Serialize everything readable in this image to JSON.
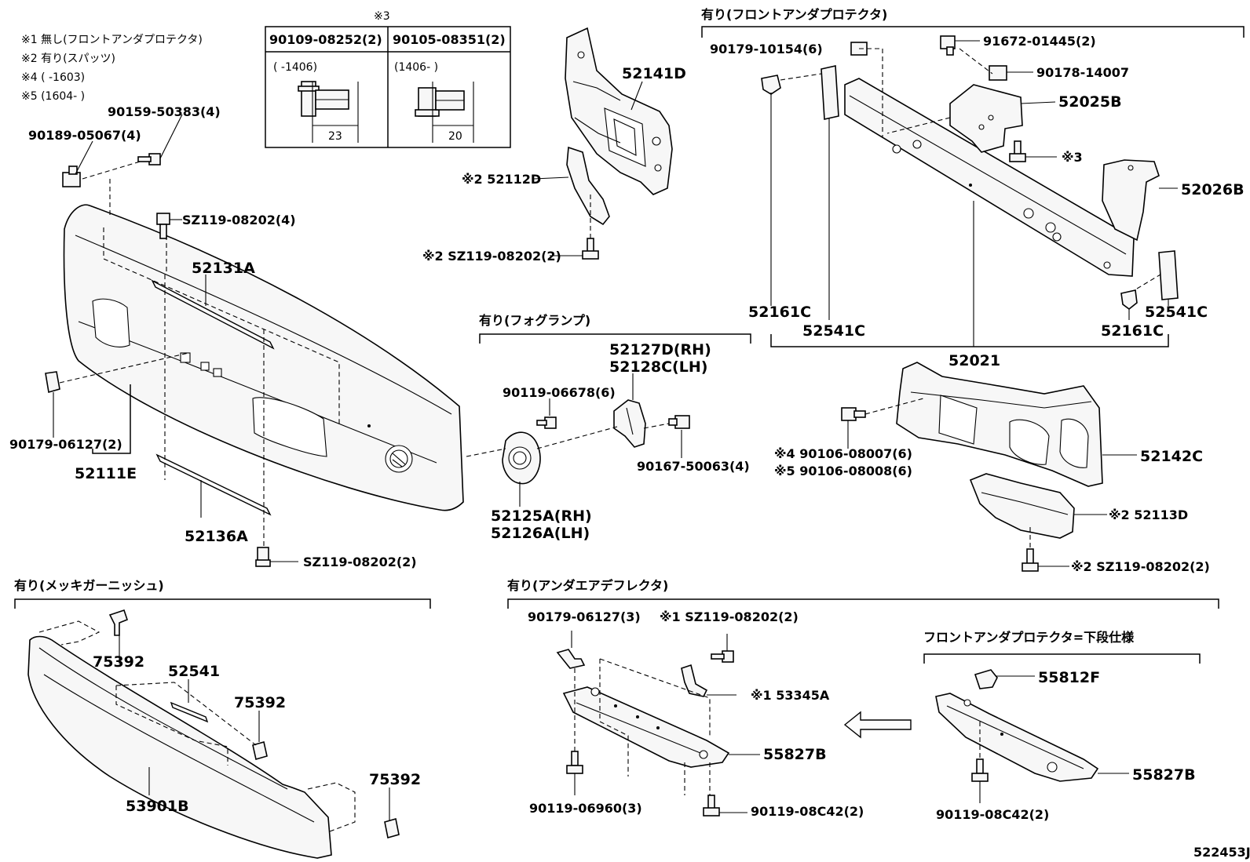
{
  "notes": [
    "※1 無し(フロントアンダプロテクタ)",
    "※2 有り(スパッツ)",
    "※4 (      -1603)",
    "※5 (1604-      )"
  ],
  "bolt_table": {
    "mark": "※3",
    "col1_part": "90109-08252(2)",
    "col2_part": "90105-08351(2)",
    "col1_range": "(      -1406)",
    "col2_range": "(1406-      )",
    "col1_dim": "23",
    "col2_dim": "20"
  },
  "groups": {
    "front_under_protector": "有り(フロントアンダプロテクタ)",
    "fog_lamp": "有り(フォグランプ)",
    "plating_garnish": "有り(メッキガーニッシュ)",
    "under_air_deflector": "有り(アンダエアデフレクタ)",
    "lower_spec": "フロントアンダプロテクタ=下段仕様"
  },
  "labels": {
    "p52111E": "52111E",
    "p52131A": "52131A",
    "p52136A": "52136A",
    "p90159": "90159-50383(4)",
    "p90189": "90189-05067(4)",
    "pSZ_top": "SZ119-08202(4)",
    "p90179_06127_a": "90179-06127(2)",
    "pSZ_bottom": "SZ119-08202(2)",
    "p52141D": "52141D",
    "p52112D": "※2 52112D",
    "pSZ_mid": "※2 SZ119-08202(2)",
    "p90179_10154": "90179-10154(6)",
    "p91672": "91672-01445(2)",
    "p90178": "90178-14007",
    "p52025B": "52025B",
    "p_star3": "※3",
    "p52026B": "52026B",
    "p52161C_left": "52161C",
    "p52541C_left": "52541C",
    "p52161C_right": "52161C",
    "p52541C_right": "52541C",
    "p52021": "52021",
    "p52127D": "52127D(RH)",
    "p52128C": "52128C(LH)",
    "p90119_06678": "90119-06678(6)",
    "p90167": "90167-50063(4)",
    "p52125A": "52125A(RH)",
    "p52126A": "52126A(LH)",
    "p90106_08007": "※4  90106-08007(6)",
    "p90106_08008": "※5  90106-08008(6)",
    "p52142C": "52142C",
    "p52113D": "※2 52113D",
    "pSZ_right": "※2 SZ119-08202(2)",
    "p75392_a": "75392",
    "p52541": "52541",
    "p75392_b": "75392",
    "p75392_c": "75392",
    "p53901B": "53901B",
    "p90179_06127_b": "90179-06127(3)",
    "pSZ_deflector": "※1 SZ119-08202(2)",
    "p53345A": "※1 53345A",
    "p55827B_left": "55827B",
    "p90119_06960": "90119-06960(3)",
    "p90119_08C42_a": "90119-08C42(2)",
    "p55812F": "55812F",
    "p55827B_right": "55827B",
    "p90119_08C42_b": "90119-08C42(2)"
  },
  "figure_code": "522453J"
}
